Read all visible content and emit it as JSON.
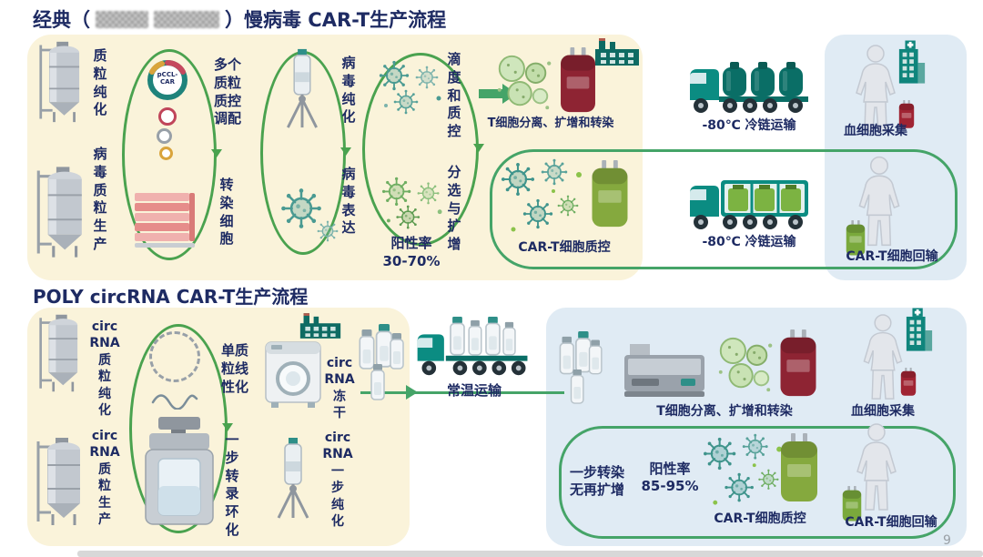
{
  "titles": {
    "top_prefix": "经典（",
    "top_suffix": "）慢病毒 CAR-T生产流程",
    "bottom": "POLY circRNA CAR-T生产流程"
  },
  "page_number": "9",
  "colors": {
    "title_navy": "#1e2b63",
    "panel_cream": "#faf3da",
    "panel_blue": "#e0ebf4",
    "flow_green": "#45a468",
    "teal": "#0b8c82",
    "blood_red": "#8e2433",
    "bag_green": "#85a93e"
  },
  "top_flow": {
    "plasmid_purification": "质\n粒\n纯\n化",
    "virus_plasmid_production": "病\n毒\n质\n粒\n生\n产",
    "plasmid_name": "pCCL-\nCAR",
    "multi_plasmid_qc": "多个\n质粒\n质控\n调配",
    "transfect_cells": "转\n染\n细\n胞",
    "virus_purification": "病\n毒\n纯\n化",
    "virus_expression": "病\n毒\n表\n达",
    "titer_qc": "滴\n度\n和\n质\n控",
    "sort_expand": "分\n选\n与\n扩\n增",
    "positive_rate": "阳性率\n30-70%",
    "t_cell_step": "T细胞分离、扩增和转染",
    "cold_chain_top": "-80℃ 冷链运输",
    "cold_chain_bottom": "-80℃ 冷链运输",
    "car_t_qc": "CAR-T细胞质控",
    "blood_collection": "血细胞采集",
    "car_t_reinfusion": "CAR-T细胞回输"
  },
  "bottom_flow": {
    "circ_plasmid_purification": "circ\nRNA\n质\n粒\n纯\n化",
    "circ_plasmid_production": "circ\nRNA\n质\n粒\n生\n产",
    "single_plasmid_linearization": "单质\n粒线\n性化",
    "one_step_transcription_circularization": "一\n步\n转\n录\n环\n化",
    "circ_freeze_dry": "circ\nRNA\n冻\n干",
    "circ_one_step_purification": "circ\nRNA\n一\n步\n纯\n化",
    "ambient_transport": "常温运输",
    "t_cell_step": "T细胞分离、扩增和转染",
    "blood_collection": "血细胞采集",
    "one_step_transfection": "一步转染\n无再扩增",
    "positive_rate": "阳性率\n85-95%",
    "car_t_qc": "CAR-T细胞质控",
    "car_t_reinfusion": "CAR-T细胞回输"
  }
}
